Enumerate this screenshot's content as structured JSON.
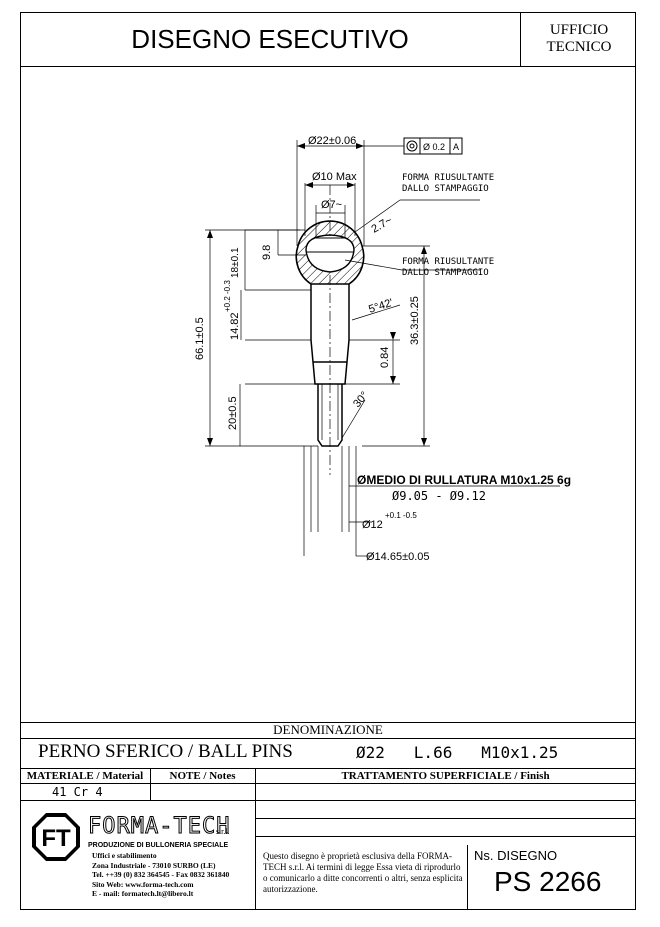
{
  "header": {
    "title": "DISEGNO ESECUTIVO",
    "office_line1": "UFFICIO",
    "office_line2": "TECNICO"
  },
  "drawing": {
    "dims": {
      "dia22": "Ø22±0.06",
      "dia10": "Ø10 Max",
      "dia7": "Ø7~",
      "forma1": "FORMA RIUSULTANTE",
      "forma2": "DALLO STAMPAGGIO",
      "tol_dia": "Ø 0.2",
      "tol_ref": "A",
      "r27": "2.7~",
      "d98": "9.8",
      "d18": "18±0.1",
      "forma3": "FORMA RIUSULTANTE",
      "forma4": "DALLO STAMPAGGIO",
      "d1482": "14.82",
      "d1482_tol": "+0.2 -0.3",
      "d661": "66.1±0.5",
      "ang542": "5°42'",
      "d363": "36.3±0.25",
      "d084": "0.84",
      "d20": "20±0.5",
      "ang30": "30°",
      "rullatura": "ØMEDIO DI RULLATURA M10x1.25   6g",
      "rull_range": "Ø9.05  -  Ø9.12",
      "dia12": "Ø12",
      "dia12_tol": "+0.1 -0.5",
      "dia1465": "Ø14.65±0.05"
    }
  },
  "title_block": {
    "denominazione_label": "DENOMINAZIONE",
    "name": "PERNO SFERICO / BALL PINS",
    "spec": "Ø22   L.66   M10x1.25",
    "material_label": "MATERIALE / Material",
    "notes_label": "NOTE / Notes",
    "finish_label": "TRATTAMENTO SUPERFICIALE / Finish",
    "material_value": "41 Cr 4",
    "company": {
      "logo_letters": "FT",
      "name": "FORMA-TECH",
      "srl": "s.r.l.",
      "tagline": "PRODUZIONE DI BULLONERIA SPECIALE",
      "line1": "Uffici e stabilimento",
      "line2": "Zona Industriale - 73010 SURBO (LE)",
      "line3": "Tel. ++39 (0) 832 364545 - Fax 0832 361840",
      "line4": "Sito Web:  www.forma-tech.com",
      "line5": "E - mail:  formatech.lt@libero.lt"
    },
    "notice": "Questo disegno è proprietà esclusiva della FORMA-TECH s.r.l. Ai termini di legge Essa vieta di riprodurlo o comunicarlo a ditte concorrenti o altri, senza esplicita autorizzazione.",
    "drawing_no_label": "Ns. DISEGNO",
    "drawing_no": "PS 2266"
  }
}
